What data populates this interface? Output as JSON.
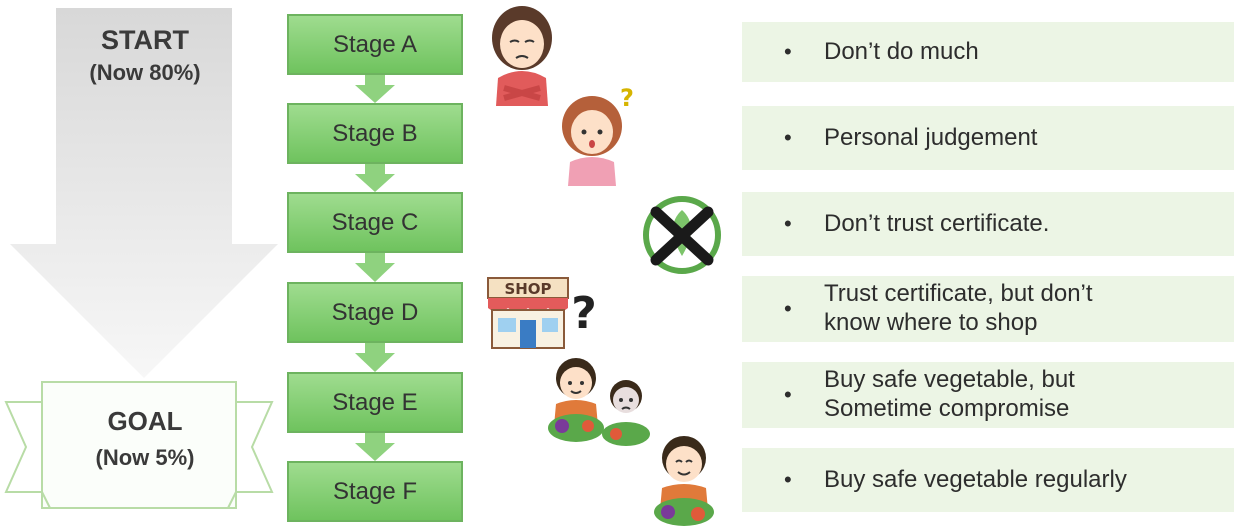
{
  "start": {
    "title": "START",
    "subtitle": "(Now 80%)"
  },
  "goal": {
    "title": "GOAL",
    "subtitle": "(Now 5%)"
  },
  "stages": [
    {
      "label": "Stage A",
      "description": "Don’t do much"
    },
    {
      "label": "Stage B",
      "description": "Personal judgement"
    },
    {
      "label": "Stage C",
      "description": "Don’t trust certificate."
    },
    {
      "label": "Stage D",
      "description": "Trust certificate, but don’t\nknow where to shop"
    },
    {
      "label": "Stage E",
      "description": "Buy safe vegetable, but\nSometime compromise"
    },
    {
      "label": "Stage F",
      "description": "Buy safe vegetable regularly"
    }
  ],
  "bullet": "•",
  "icons": {
    "stage_a": "worried-woman-icon",
    "stage_b": "confused-woman-icon",
    "stage_c": "no-certificate-icon",
    "stage_d": "shop-question-icon",
    "stage_e": "vegetable-shoppers-icon",
    "stage_f": "happy-vegetable-shopper-icon"
  },
  "shop_sign": "SHOP",
  "question_mark": "?",
  "colors": {
    "stage_fill": "#8fd27f",
    "panel_fill": "#ecf5e5",
    "arrow_fill": "#e6e6e6",
    "banner_border": "#b8dca6"
  }
}
